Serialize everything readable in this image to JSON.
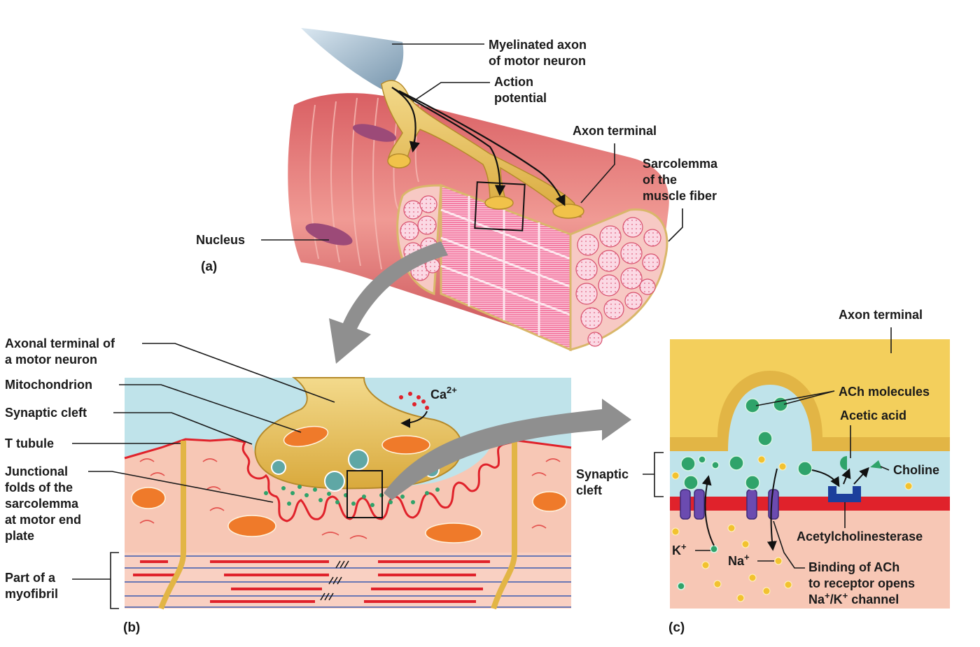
{
  "panel_a": {
    "letter": "(a)",
    "labels": {
      "myelinated_axon_1": "Myelinated axon",
      "myelinated_axon_2": "of motor neuron",
      "action_potential_1": "Action",
      "action_potential_2": "potential",
      "axon_terminal": "Axon terminal",
      "sarcolemma_1": "Sarcolemma",
      "sarcolemma_2": "of the",
      "sarcolemma_3": "muscle fiber",
      "nucleus": "Nucleus"
    }
  },
  "panel_b": {
    "letter": "(b)",
    "labels": {
      "axonal_terminal_1": "Axonal terminal of",
      "axonal_terminal_2": "a motor neuron",
      "mitochondrion": "Mitochondrion",
      "synaptic_cleft": "Synaptic cleft",
      "t_tubule": "T tubule",
      "junctional_1": "Junctional",
      "junctional_2": "folds of the",
      "junctional_3": "sarcolemma",
      "junctional_4": "at motor end",
      "junctional_5": "plate",
      "myofibril_1": "Part of a",
      "myofibril_2": "myofibril",
      "calcium": "Ca",
      "calcium_charge": "2+"
    }
  },
  "panel_c": {
    "letter": "(c)",
    "labels": {
      "axon_terminal": "Axon terminal",
      "ach_molecules": "ACh molecules",
      "acetic_acid": "Acetic acid",
      "choline": "Choline",
      "synaptic_cleft_1": "Synaptic",
      "synaptic_cleft_2": "cleft",
      "acetylcholinesterase": "Acetylcholinesterase",
      "potassium": "K",
      "potassium_charge": "+",
      "sodium": "Na",
      "sodium_charge": "+",
      "binding_1": "Binding of ACh",
      "binding_2": "to receptor opens",
      "binding_3_na": "Na",
      "binding_3_sep": "/K",
      "binding_3_end": " channel",
      "plus": "+"
    }
  },
  "colors": {
    "muscle": "#e8777a",
    "muscle_light": "#f4b4b0",
    "myofibril_pink": "#f59ab8",
    "nerve_gold": "#e8c15a",
    "cleft_blue": "#bfe3ea",
    "ach_green": "#2fa36a",
    "sodium_yellow": "#f2c230",
    "receptor_purple": "#6b4bb0",
    "enzyme_blue": "#1c3f9c",
    "arrow_gray": "#8f8f8f"
  }
}
